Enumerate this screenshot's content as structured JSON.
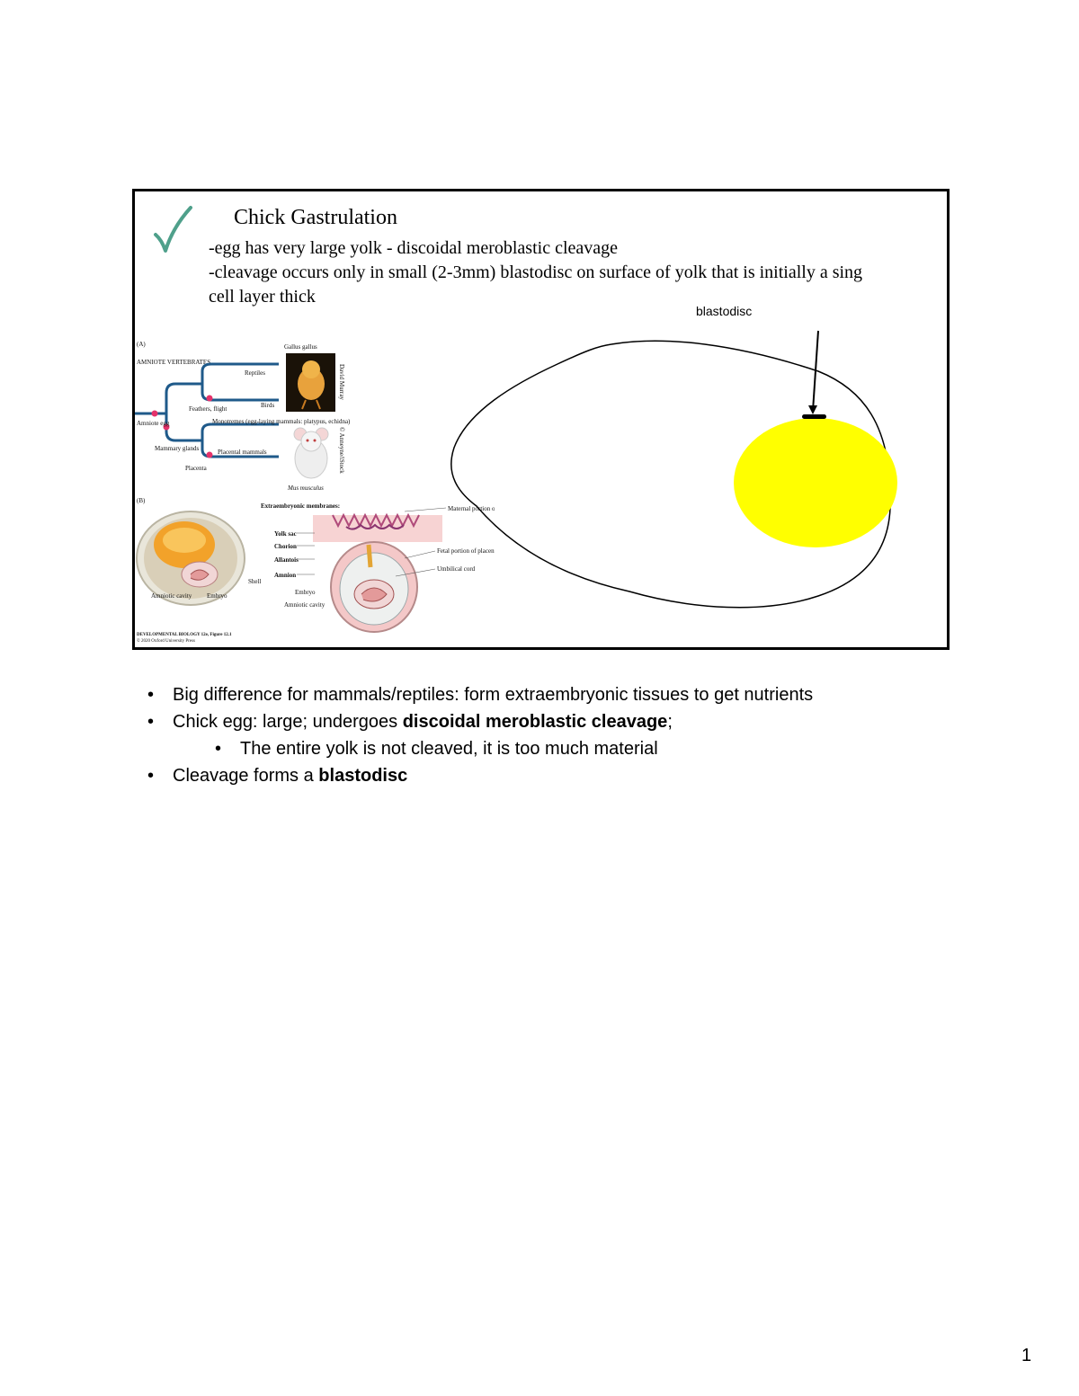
{
  "slide": {
    "title": "Chick Gastrulation",
    "line1": "-egg has very large yolk - discoidal meroblastic cleavage",
    "line2": "-cleavage occurs only in small (2-3mm) blastodisc on surface of yolk that is initially a sing",
    "line3": "cell layer thick",
    "blastodisc_label": "blastodisc",
    "yolk_color": "#ffff00",
    "check_color": "#4fa08b",
    "figure_a": {
      "panel": "(A)",
      "group": "AMNIOTE VERTEBRATES",
      "reptiles": "Reptiles",
      "birds": "Birds",
      "feathers": "Feathers, flight",
      "gallus": "Gallus gallus",
      "amniote_egg": "Amniote egg",
      "mammary": "Mammary glands",
      "monotremes": "Monotremes (egg-laying mammals: platypus, echidna)",
      "placental": "Placental mammals",
      "placenta": "Placenta",
      "mus": "Mus musculus",
      "credit1": "David Murray",
      "credit2": "© Anneyne/iStock"
    },
    "figure_b": {
      "panel": "(B)",
      "extra": "Extraembryonic membranes:",
      "yolk_sac": "Yolk sac",
      "chorion": "Chorion",
      "allantois": "Allantois",
      "amnion": "Amnion",
      "shell": "Shell",
      "amniotic_cavity": "Amniotic cavity",
      "embryo": "Embryo",
      "maternal": "Maternal portion of placenta",
      "fetal": "Fetal portion of placenta",
      "umbilical": "Umbilical cord",
      "embryo2": "Embryo",
      "amniotic_cavity2": "Amniotic cavity",
      "credit_a": "DEVELOPMENTAL BIOLOGY 12e, Figure 12.1",
      "credit_b": "© 2020 Oxford University Press"
    }
  },
  "notes": {
    "b1": "Big difference for mammals/reptiles: form extraembryonic tissues to get nutrients",
    "b2_pre": "Chick egg: large; undergoes ",
    "b2_bold": "discoidal meroblastic cleavage",
    "b2_post": ";",
    "b3": "The entire yolk is not cleaved, it is too much material",
    "b4_pre": "Cleavage forms a ",
    "b4_bold": "blastodisc"
  },
  "page_number": "1"
}
